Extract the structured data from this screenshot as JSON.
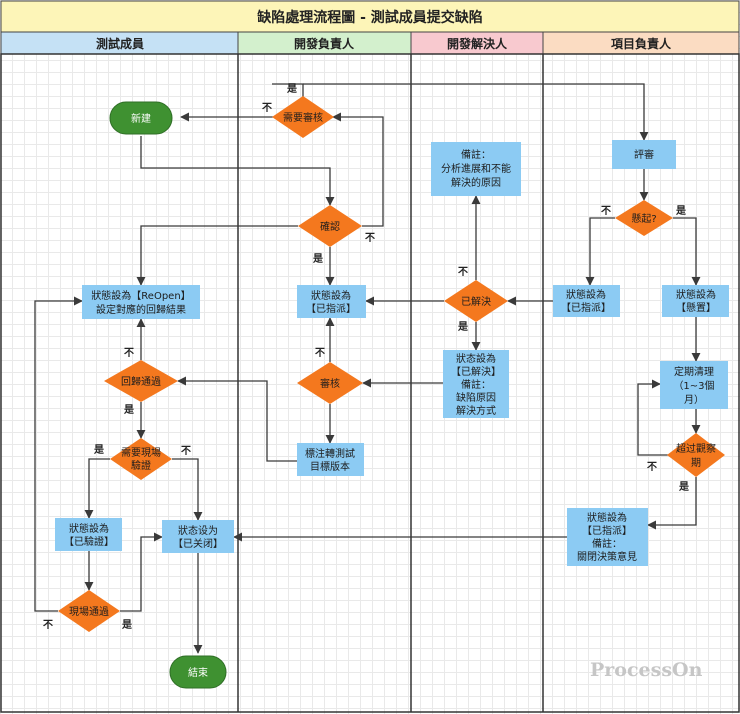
{
  "title": "缺陷處理流程圖 - 測試成員提交缺陷",
  "lanes": {
    "tester": "測試成員",
    "dev_lead": "開發負責人",
    "dev_fixer": "開發解決人",
    "pm": "項目負責人"
  },
  "nodes": {
    "new": "新建",
    "need_review": "需要審核",
    "confirm": "確認",
    "note_cannot": [
      "備註：",
      "分析進展和不能",
      "解決的原因"
    ],
    "review_pm": "評審",
    "suspend_q": "懸起?",
    "assigned_pm": [
      "狀態設為",
      "【已指派】"
    ],
    "suspended": [
      "狀態設為",
      "【懸置】"
    ],
    "assigned_dev": [
      "狀態設為",
      "【已指派】"
    ],
    "resolved_q": "已解決",
    "reopen": [
      "狀態設為【ReOpen】",
      "設定對應的回歸結果"
    ],
    "resolved": [
      "狀态設為",
      "【已解決】",
      "備註：",
      "缺陷原因",
      "解決方式"
    ],
    "audit": "審核",
    "regress": "回歸通過",
    "periodic": [
      "定期清理",
      "（1~3個",
      "月）"
    ],
    "over_obs": [
      "超过觀察",
      "期"
    ],
    "mark_version": [
      "標注轉測試",
      "目標版本"
    ],
    "need_verify": [
      "需要現場",
      "驗證"
    ],
    "verified": [
      "狀態設為",
      "【已驗證】"
    ],
    "closed": [
      "狀态设为",
      "【已关闭】"
    ],
    "assigned_note": [
      "狀態設為",
      "【已指派】",
      "備註：",
      "關閉決策意見"
    ],
    "site_pass": "現場通過",
    "end": "結束"
  },
  "edge_labels": {
    "yes": "是",
    "no": "不"
  },
  "watermark": "ProcessOn",
  "colors": {
    "grid": "#e9e9e9",
    "title_bg": "#fdf5b8",
    "lane_tester": "#c5e1f5",
    "lane_dev_lead": "#d3f0cd",
    "lane_dev_fixer": "#f8c9cf",
    "lane_pm": "#fbdcc2",
    "process": "#8ccbf3",
    "decision": "#f4781e",
    "terminal": "#3f9131",
    "line": "#3a3a3a"
  }
}
